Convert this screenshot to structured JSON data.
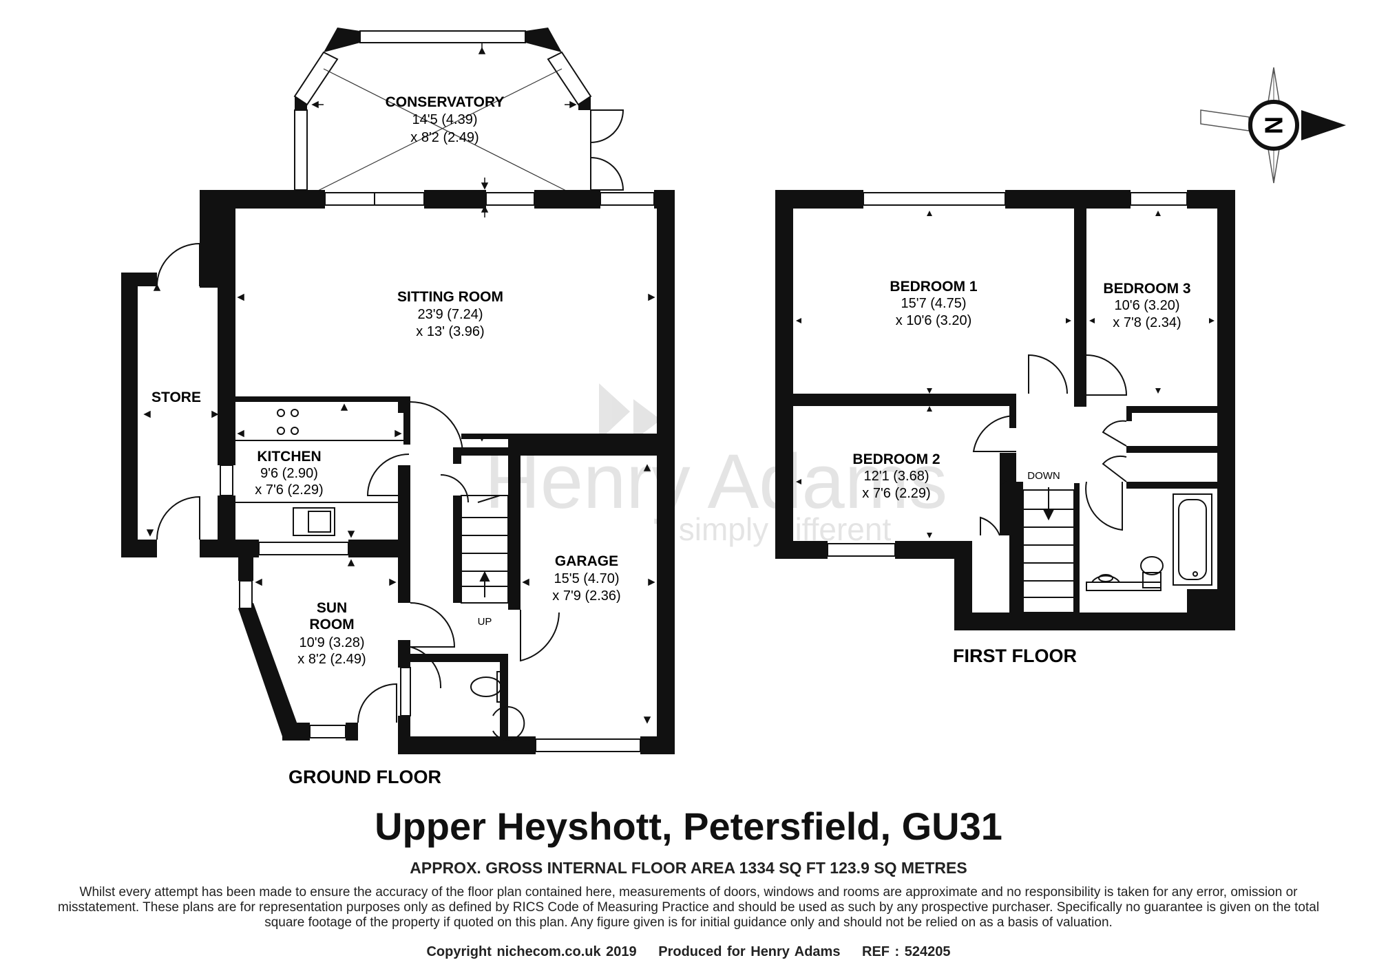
{
  "title": "Upper Heyshott, Petersfield, GU31",
  "subtitle": "APPROX. GROSS INTERNAL FLOOR AREA 1334 SQ FT 123.9 SQ METRES",
  "disclaimer": "Whilst every attempt has been made to ensure the accuracy of the floor plan contained here, measurements of doors, windows and rooms are approximate and no responsibility is taken for any error, omission or misstatement. These plans are for representation purposes only as defined by RICS Code of Measuring Practice and should be used as such by any prospective purchaser.  Specifically no guarantee is given on the total square footage of the property if quoted on this plan. Any figure given is for initial guidance only and should not be relied on as a basis of valuation.",
  "footer": {
    "copyright": "Copyright nichecom.co.uk 2019",
    "produced": "Produced for Henry Adams",
    "ref": "REF : 524205"
  },
  "watermark": {
    "brand": "Henry Adams",
    "tagline": "simply different"
  },
  "compass": {
    "letter": "N"
  },
  "floors": {
    "ground": {
      "label": "GROUND FLOOR",
      "rooms": {
        "conservatory": {
          "name": "CONSERVATORY",
          "dim1": "14'5 (4.39)",
          "dim2": "x 8'2 (2.49)"
        },
        "sitting": {
          "name": "SITTING ROOM",
          "dim1": "23'9 (7.24)",
          "dim2": "x 13' (3.96)"
        },
        "store": {
          "name": "STORE"
        },
        "kitchen": {
          "name": "KITCHEN",
          "dim1": "9'6 (2.90)",
          "dim2": "x 7'6 (2.29)"
        },
        "sun": {
          "name1": "SUN",
          "name2": "ROOM",
          "dim1": "10'9 (3.28)",
          "dim2": "x 8'2 (2.49)"
        },
        "garage": {
          "name": "GARAGE",
          "dim1": "15'5 (4.70)",
          "dim2": "x 7'9 (2.36)"
        }
      },
      "stairs_label": "UP"
    },
    "first": {
      "label": "FIRST FLOOR",
      "rooms": {
        "bedroom1": {
          "name": "BEDROOM 1",
          "dim1": "15'7 (4.75)",
          "dim2": "x 10'6 (3.20)"
        },
        "bedroom2": {
          "name": "BEDROOM 2",
          "dim1": "12'1 (3.68)",
          "dim2": "x 7'6 (2.29)"
        },
        "bedroom3": {
          "name": "BEDROOM 3",
          "dim1": "10'6 (3.20)",
          "dim2": "x 7'8 (2.34)"
        }
      },
      "stairs_label": "DOWN"
    }
  }
}
